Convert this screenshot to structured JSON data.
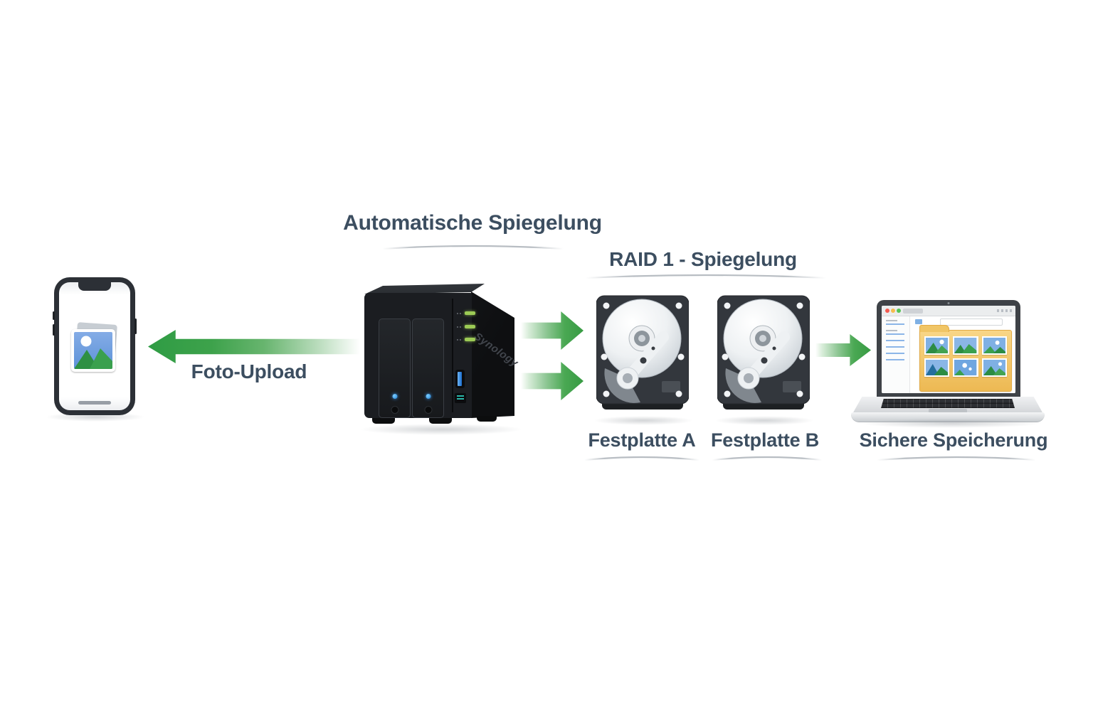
{
  "canvas": {
    "background": "#ffffff"
  },
  "palette": {
    "text": "#3c4e60",
    "arrow_green": "#3fa24a",
    "arrow_green_dark": "#2f9c44",
    "swoosh": "#b4bac0",
    "led_green": "#9ccb55",
    "folder_yellow": "#edb953"
  },
  "labels": {
    "photo_upload": "Foto-Upload",
    "auto_mirror": "Automatische Spiegelung",
    "raid": "RAID 1 - Spiegelung",
    "disk_a": "Festplatte A",
    "disk_b": "Festplatte B",
    "secure_storage": "Sichere Speicherung"
  },
  "nas": {
    "brand": "Synology"
  },
  "icons": {
    "smartphone": "smartphone-illustration",
    "photo": "photo-icon",
    "nas": "nas-illustration",
    "hdd": "hdd-icon",
    "laptop": "laptop-illustration",
    "arrow_left": "arrow-left-icon",
    "arrow_right": "arrow-right-icon"
  }
}
